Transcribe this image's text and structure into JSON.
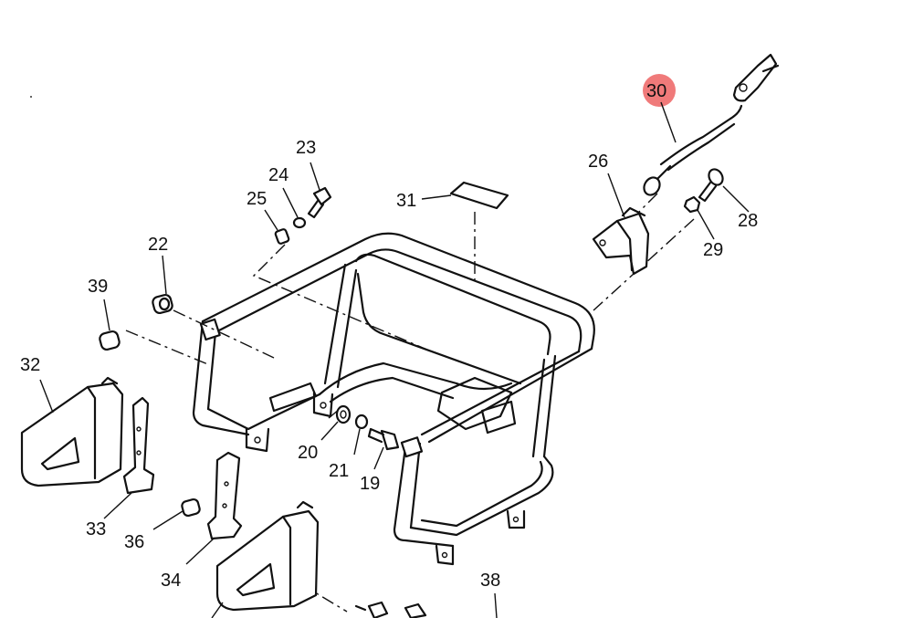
{
  "highlight_color": "#f07a7a",
  "labels": {
    "p30": "30",
    "p26": "26",
    "p23": "23",
    "p24": "24",
    "p25": "25",
    "p31": "31",
    "p28": "28",
    "p29": "29",
    "p22": "22",
    "p39": "39",
    "p32": "32",
    "p20": "20",
    "p21": "21",
    "p19": "19",
    "p33": "33",
    "p36": "36",
    "p34": "34",
    "p38": "38"
  }
}
